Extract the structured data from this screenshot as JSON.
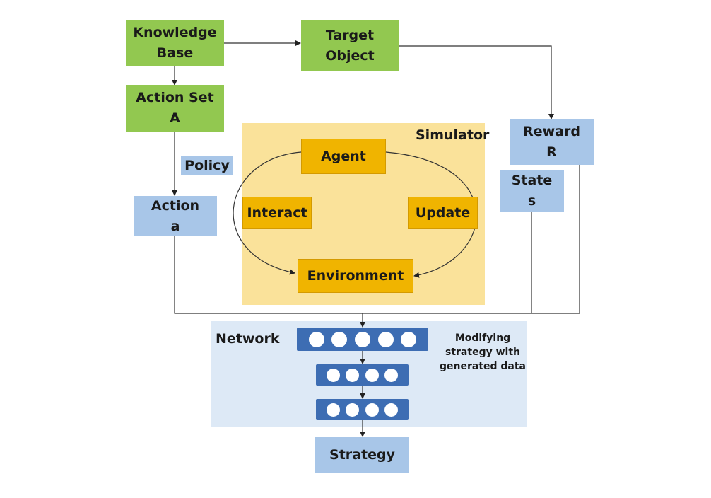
{
  "diagram": {
    "knowledge_base": [
      "Knowledge",
      "Base"
    ],
    "target_object": [
      "Target",
      "Object"
    ],
    "action_set": [
      "Action Set",
      "A"
    ],
    "reward": [
      "Reward",
      "R"
    ],
    "state": [
      "State",
      "s"
    ],
    "policy": "Policy",
    "action": [
      "Action",
      "a"
    ],
    "simulator": {
      "title": "Simulator",
      "agent": "Agent",
      "interact": "Interact",
      "update": "Update",
      "environment": "Environment"
    },
    "network": {
      "title": "Network",
      "note": [
        "Modifying",
        "strategy with",
        "generated data"
      ],
      "layers": [
        5,
        4,
        4
      ]
    },
    "strategy": "Strategy"
  },
  "colors": {
    "green": "#92c850",
    "blue": "#a8c6e8",
    "orange": "#f0b400",
    "simulator_bg": "#fae29a",
    "network_bg": "#dde9f6",
    "layer": "#3d6db3"
  }
}
